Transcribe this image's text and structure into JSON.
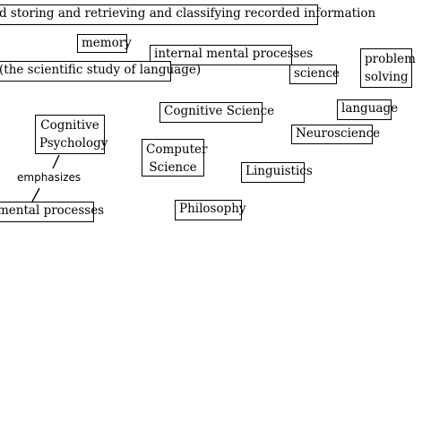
{
  "nodes": {
    "storing_retrieving": "d storing and retrieving and classifying recorded information",
    "memory": "memory",
    "internal_mental_processes": "internal mental processes",
    "study_of_language": "(the scientific study of language)",
    "science": "science",
    "problem_solving": "problem solving",
    "language": "language",
    "cognitive_psychology": "Cognitive Psychology",
    "cognitive_science": "Cognitive Science",
    "neuroscience": "Neuroscience",
    "computer_science": "Computer Science",
    "linguistics": "Linguistics",
    "philosophy": "Philosophy",
    "mental_processes": "mental processes"
  },
  "links": {
    "emphasizes": "emphasizes"
  }
}
